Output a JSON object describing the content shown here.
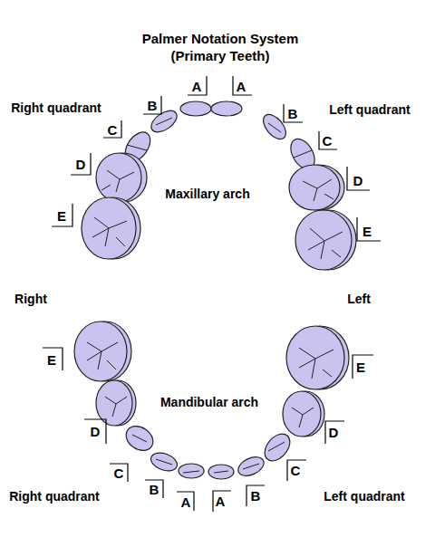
{
  "diagram": {
    "title": "Palmer Notation System (Primary Teeth)",
    "labels": [
      "A",
      "A",
      "Right quadrant",
      "B",
      "B",
      "Left quadrant",
      "C",
      "C",
      "D",
      "D",
      "Maxillary arch",
      "E",
      "E",
      "Right",
      "Left",
      "E",
      "E",
      "Mandibular arch",
      "D",
      "D",
      "C",
      "C",
      "B",
      "B",
      "A",
      "A",
      "Right quadrant",
      "Left quadrant"
    ]
  }
}
